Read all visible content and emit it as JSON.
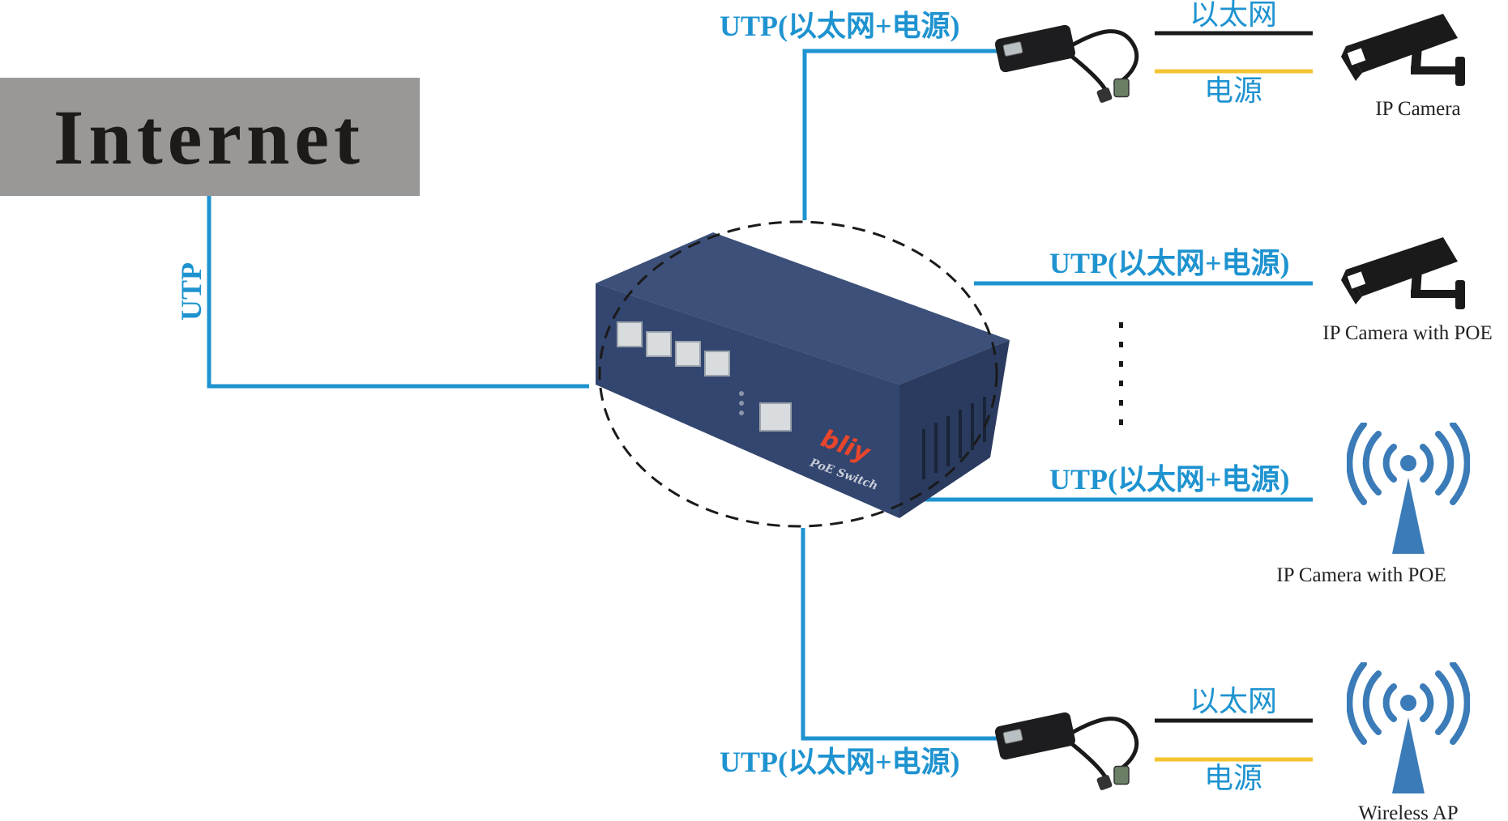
{
  "internet": {
    "label": "Internet",
    "box_color": "#999896"
  },
  "uplink": {
    "label": "UTP"
  },
  "switch": {
    "brand": "bliy",
    "model": "PoE Switch",
    "body_color": "#34476e"
  },
  "branches": [
    {
      "cable_label": "UTP(以太网+电源)",
      "uses_splitter": true,
      "ethernet_label": "以太网",
      "power_label": "电源",
      "device": {
        "type": "camera",
        "label": "IP Camera"
      }
    },
    {
      "cable_label": "UTP(以太网+电源)",
      "uses_splitter": false,
      "device": {
        "type": "camera",
        "label": "IP Camera with POE"
      }
    },
    {
      "cable_label": "UTP(以太网+电源)",
      "uses_splitter": false,
      "device": {
        "type": "wireless",
        "label": "IP Camera with POE"
      }
    },
    {
      "cable_label": "UTP(以太网+电源)",
      "uses_splitter": true,
      "ethernet_label": "以太网",
      "power_label": "电源",
      "device": {
        "type": "wireless",
        "label": "Wireless AP"
      }
    }
  ],
  "colors": {
    "utp": "#1e93d0",
    "ethernet": "#1a1a1a",
    "power": "#f4c430",
    "icon": "#3a7bb8"
  }
}
